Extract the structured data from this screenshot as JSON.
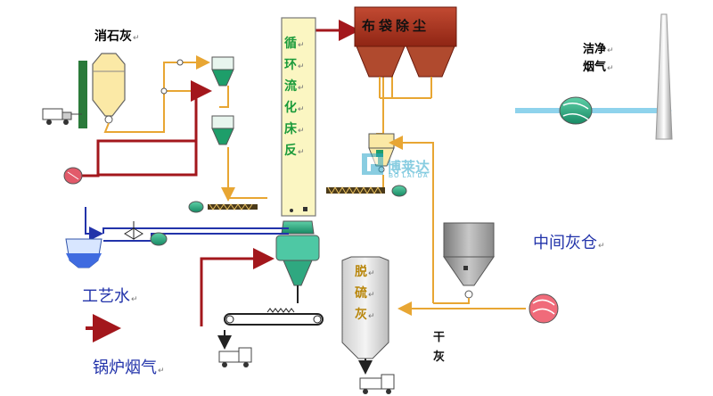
{
  "labels": {
    "lime": "消石灰",
    "clean_flue_gas_1": "洁净",
    "clean_flue_gas_2": "烟气",
    "bag_filter": "布袋除尘",
    "cfb_tower": [
      "循",
      "环",
      "流",
      "化",
      "床",
      "反"
    ],
    "intermediate_ash_silo": "中间灰仓",
    "process_water": "工艺水",
    "boiler_flue_gas": "锅炉烟气",
    "desulfurization_ash": [
      "脱",
      "硫",
      "灰"
    ],
    "dry_ash": [
      "干",
      "灰"
    ]
  },
  "logo": {
    "name": "博莱达",
    "sub": "BO LAI DA"
  },
  "colors": {
    "flue_gas": "#a3171c",
    "water": "#2233aa",
    "ash_line": "#e8a633",
    "silo_fill": "#fbe9a6",
    "tower_fill": "#fbf6c2",
    "baghouse": "#b43a24",
    "hopper_green": "#1e9e6a",
    "clean_gas": "#8fd3ec"
  },
  "icons": [
    "fan-icon",
    "truck-icon",
    "valve-icon",
    "chimney-icon",
    "screw-conveyor-icon"
  ]
}
